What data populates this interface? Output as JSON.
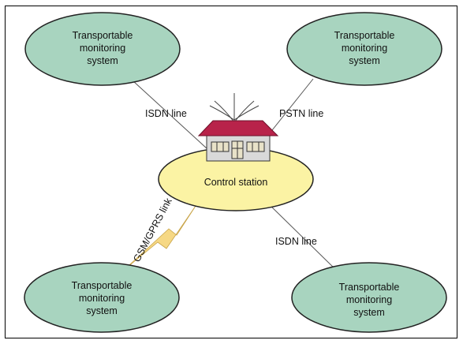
{
  "nodes": {
    "top_left": {
      "lines": [
        "Transportable",
        "monitoring",
        "system"
      ]
    },
    "top_right": {
      "lines": [
        "Transportable",
        "monitoring",
        "system"
      ]
    },
    "bottom_left": {
      "lines": [
        "Transportable",
        "monitoring",
        "system"
      ]
    },
    "bottom_right": {
      "lines": [
        "Transportable",
        "monitoring",
        "system"
      ]
    },
    "center": {
      "label": "Control station"
    }
  },
  "links": {
    "top_left": "ISDN line",
    "top_right": "PSTN line",
    "bottom_left": "GSM/GPRS link",
    "bottom_right": "ISDN line"
  },
  "colors": {
    "node_fill": "#a8d4bf",
    "center_fill": "#fbf3a4",
    "roof": "#b8234a",
    "house_wall": "#d9d9d9",
    "lightning": "#f6d884"
  }
}
